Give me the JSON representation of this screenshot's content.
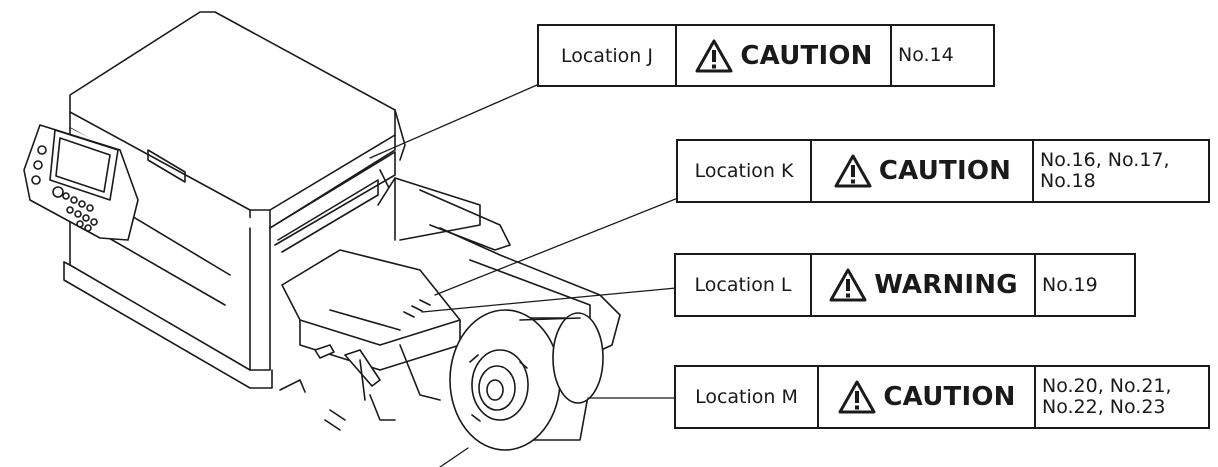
{
  "labels": [
    {
      "location": "Location J",
      "signal": "CAUTION",
      "numbers": [
        "No.14"
      ]
    },
    {
      "location": "Location K",
      "signal": "CAUTION",
      "numbers": [
        "No.16, No.17,",
        "No.18"
      ]
    },
    {
      "location": "Location L",
      "signal": "WARNING",
      "numbers": [
        "No.19"
      ]
    },
    {
      "location": "Location M",
      "signal": "CAUTION",
      "numbers": [
        "No.20, No.21,",
        "No.22, No.23"
      ]
    }
  ],
  "icons": {
    "signal_symbol": "warning-triangle-icon"
  },
  "colors": {
    "line": "#1a1a1a",
    "background": "#ffffff"
  }
}
